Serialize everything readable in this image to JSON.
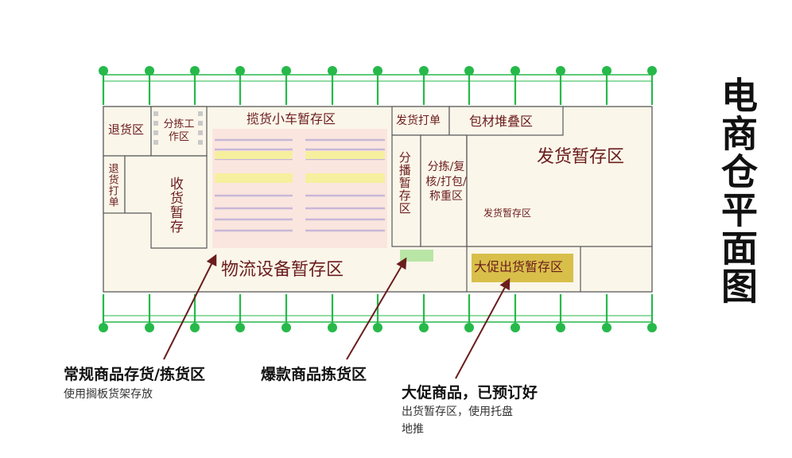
{
  "title": "电商仓平面图",
  "zones": {
    "returns": "退货区",
    "sorting_station": "分拣工作区",
    "return_slip": "退货打单",
    "receiving_staging": "收货暂存",
    "cart_staging": "揽货小车暂存区",
    "shipping_print": "发货打单",
    "packaging_stack": "包材堆叠区",
    "shipping_staging_big": "发货暂存区",
    "distribution_staging": "分播暂存区",
    "sort_check_pack": "分拣/复核/打包/称重区",
    "shipping_staging_small": "发货暂存区",
    "logistics_equipment": "物流设备暂存区",
    "promo_staging": "大促出货暂存区"
  },
  "annotations": [
    {
      "title": "常规商品存货/拣货区",
      "desc": "使用搁板货架存放"
    },
    {
      "title": "爆款商品拣货区",
      "desc": ""
    },
    {
      "title": "大促商品，已预订好",
      "desc": "出货暂存区，使用托盘地推"
    }
  ],
  "colors": {
    "floor": "#fbf6ea",
    "wall": "#5a5a5a",
    "label": "#6b1d1d",
    "grid": "#26b94a",
    "shelf_area": "#fbe6df",
    "shelf_line": "#c8b8d8",
    "shelf_yellow": "#f6ef9e",
    "hot_pick": "#b9e6a6",
    "promo": "#d8bf4a",
    "arrow": "#6b1d1d"
  }
}
